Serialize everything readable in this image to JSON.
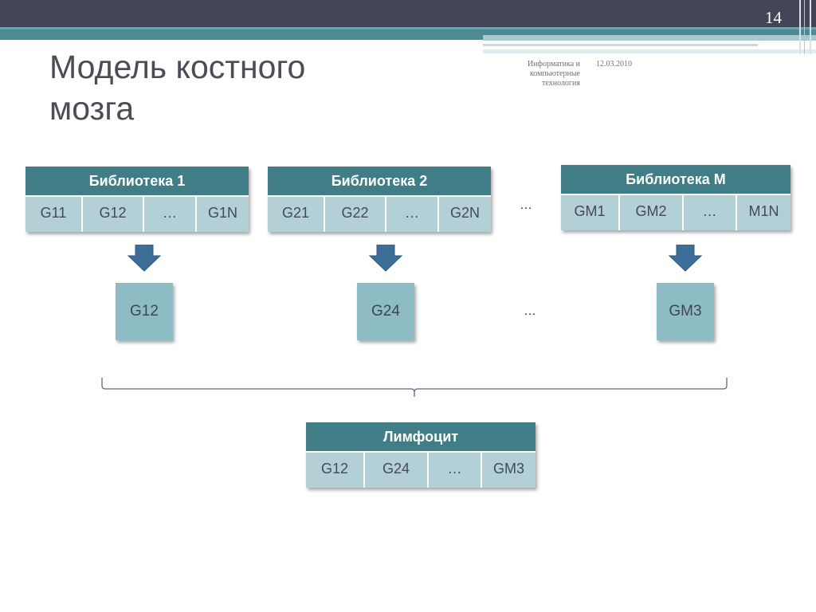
{
  "slide": {
    "number": "14",
    "title": "Модель костного мозга",
    "footer_text": "Информатика и компьютерные технология",
    "footer_date": "12.03.2010"
  },
  "libraries": [
    {
      "title": "Библиотека 1",
      "genes": [
        "G11",
        "G12",
        "…",
        "G1N"
      ]
    },
    {
      "title": "Библиотека 2",
      "genes": [
        "G21",
        "G22",
        "…",
        "G2N"
      ]
    },
    {
      "title": "Библиотека M",
      "genes": [
        "GM1",
        "GM2",
        "…",
        "M1N"
      ]
    }
  ],
  "libraries_ellipsis": "…",
  "selected": [
    "G12",
    "G24",
    "GM3"
  ],
  "selected_ellipsis": "…",
  "lymphocyte": {
    "title": "Лимфоцит",
    "genes": [
      "G12",
      "G24",
      "…",
      "GM3"
    ]
  },
  "colors": {
    "header": "#417d86",
    "cell": "#b4d0d7",
    "gene_box": "#8dbcc4",
    "arrow": "#3d6e98"
  }
}
